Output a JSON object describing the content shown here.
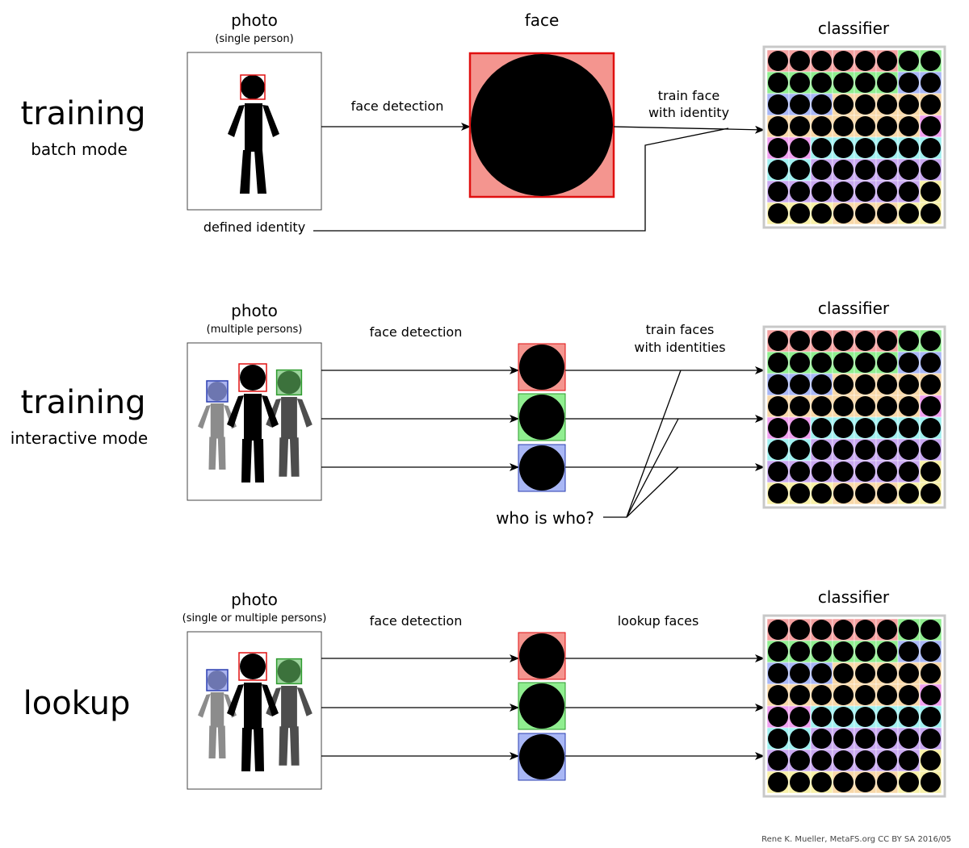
{
  "sections": [
    {
      "title": "training",
      "subtitle": "batch mode",
      "photo_title": "photo",
      "photo_subtitle": "(single person)",
      "detection_label": "face detection",
      "face_label": "face",
      "train_label_line1": "train face",
      "train_label_line2": "with identity",
      "identity_label": "defined identity",
      "classifier_label": "classifier"
    },
    {
      "title": "training",
      "subtitle": "interactive mode",
      "photo_title": "photo",
      "photo_subtitle": "(multiple persons)",
      "detection_label": "face detection",
      "train_label_line1": "train faces",
      "train_label_line2": "with identities",
      "question_label": "who is who?",
      "classifier_label": "classifier"
    },
    {
      "title": "lookup",
      "photo_title": "photo",
      "photo_subtitle": "(single or multiple persons)",
      "detection_label": "face detection",
      "lookup_label": "lookup faces",
      "classifier_label": "classifier"
    }
  ],
  "credit": "Rene K. Mueller, MetaFS.org CC BY SA 2016/05",
  "colors": {
    "face_red_fill": "#f4958f",
    "face_red_stroke": "#e01010",
    "face_green_fill": "#90ee90",
    "face_green_stroke": "#2e9b2e",
    "face_blue_fill": "#a9b7f5",
    "face_blue_stroke": "#2b3fb0",
    "person_black": "#000000",
    "person_dark_gray": "#4d4d4d",
    "person_light_gray": "#8c8c8c",
    "classifier_border": "#c8c8c8"
  },
  "classifier_grid": {
    "rows": 8,
    "cols": 8,
    "cell_colors": [
      [
        "#f4a0a0",
        "#f4a0a0",
        "#f4a0a0",
        "#f4a0a0",
        "#f4a0a0",
        "#f4a0a0",
        "#90ee90",
        "#90ee90"
      ],
      [
        "#90ee90",
        "#90ee90",
        "#90ee90",
        "#90ee90",
        "#90ee90",
        "#90ee90",
        "#a9b7f5",
        "#a9b7f5"
      ],
      [
        "#a9b7f5",
        "#a9b7f5",
        "#a9b7f5",
        "#f8d8a8",
        "#f8d8a8",
        "#f8d8a8",
        "#f8d8a8",
        "#f8d8a8"
      ],
      [
        "#f8d8a8",
        "#f8d8a8",
        "#f8d8a8",
        "#f8d8a8",
        "#f8d8a8",
        "#f8d8a8",
        "#f8d8a8",
        "#f0a0f0"
      ],
      [
        "#f0a0f0",
        "#f0a0f0",
        "#a0f0f0",
        "#a0f0f0",
        "#a0f0f0",
        "#a0f0f0",
        "#a0f0f0",
        "#a0f0f0"
      ],
      [
        "#a0f0f0",
        "#a0f0f0",
        "#c8a8f0",
        "#c8a8f0",
        "#c8a8f0",
        "#c8a8f0",
        "#c8a8f0",
        "#c8a8f0"
      ],
      [
        "#c8a8f0",
        "#c8a8f0",
        "#c8a8f0",
        "#c8a8f0",
        "#c8a8f0",
        "#c8a8f0",
        "#c8a8f0",
        "#f8f0a8"
      ],
      [
        "#f8f0a8",
        "#f8f0a8",
        "#f8f0a8",
        "#f8d8a8",
        "#f8d8a8",
        "#f8d8a8",
        "#f8f0a8",
        "#f8f0a8"
      ]
    ]
  }
}
